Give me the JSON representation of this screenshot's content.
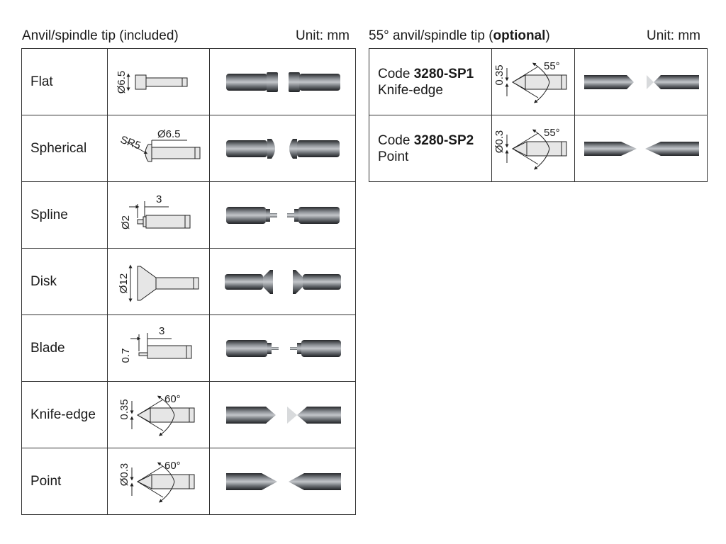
{
  "left": {
    "title": "Anvil/spindle tip (included)",
    "unit": "Unit: mm",
    "rows": [
      {
        "name": "Flat",
        "dims": [
          "Ø6.5"
        ]
      },
      {
        "name": "Spherical",
        "dims": [
          "SR5",
          "Ø6.5"
        ]
      },
      {
        "name": "Spline",
        "dims": [
          "Ø2",
          "3"
        ]
      },
      {
        "name": "Disk",
        "dims": [
          "Ø12"
        ]
      },
      {
        "name": "Blade",
        "dims": [
          "0.7",
          "3"
        ]
      },
      {
        "name": "Knife-edge",
        "dims": [
          "0.35",
          "60°"
        ]
      },
      {
        "name": "Point",
        "dims": [
          "Ø0.3",
          "60°"
        ]
      }
    ]
  },
  "right": {
    "title_prefix": "55° anvil/spindle tip (",
    "title_bold": "optional",
    "title_suffix": ")",
    "unit": "Unit: mm",
    "rows": [
      {
        "code_label": "Code",
        "code": "3280-SP1",
        "name": "Knife-edge",
        "dims": [
          "0.35",
          "55°"
        ]
      },
      {
        "code_label": "Code",
        "code": "3280-SP2",
        "name": "Point",
        "dims": [
          "Ø0.3",
          "55°"
        ]
      }
    ]
  },
  "colors": {
    "border": "#333333",
    "drawing_fill": "#e6e6e6",
    "photo_dark": "#2f3236",
    "photo_light": "#a7abb0"
  }
}
